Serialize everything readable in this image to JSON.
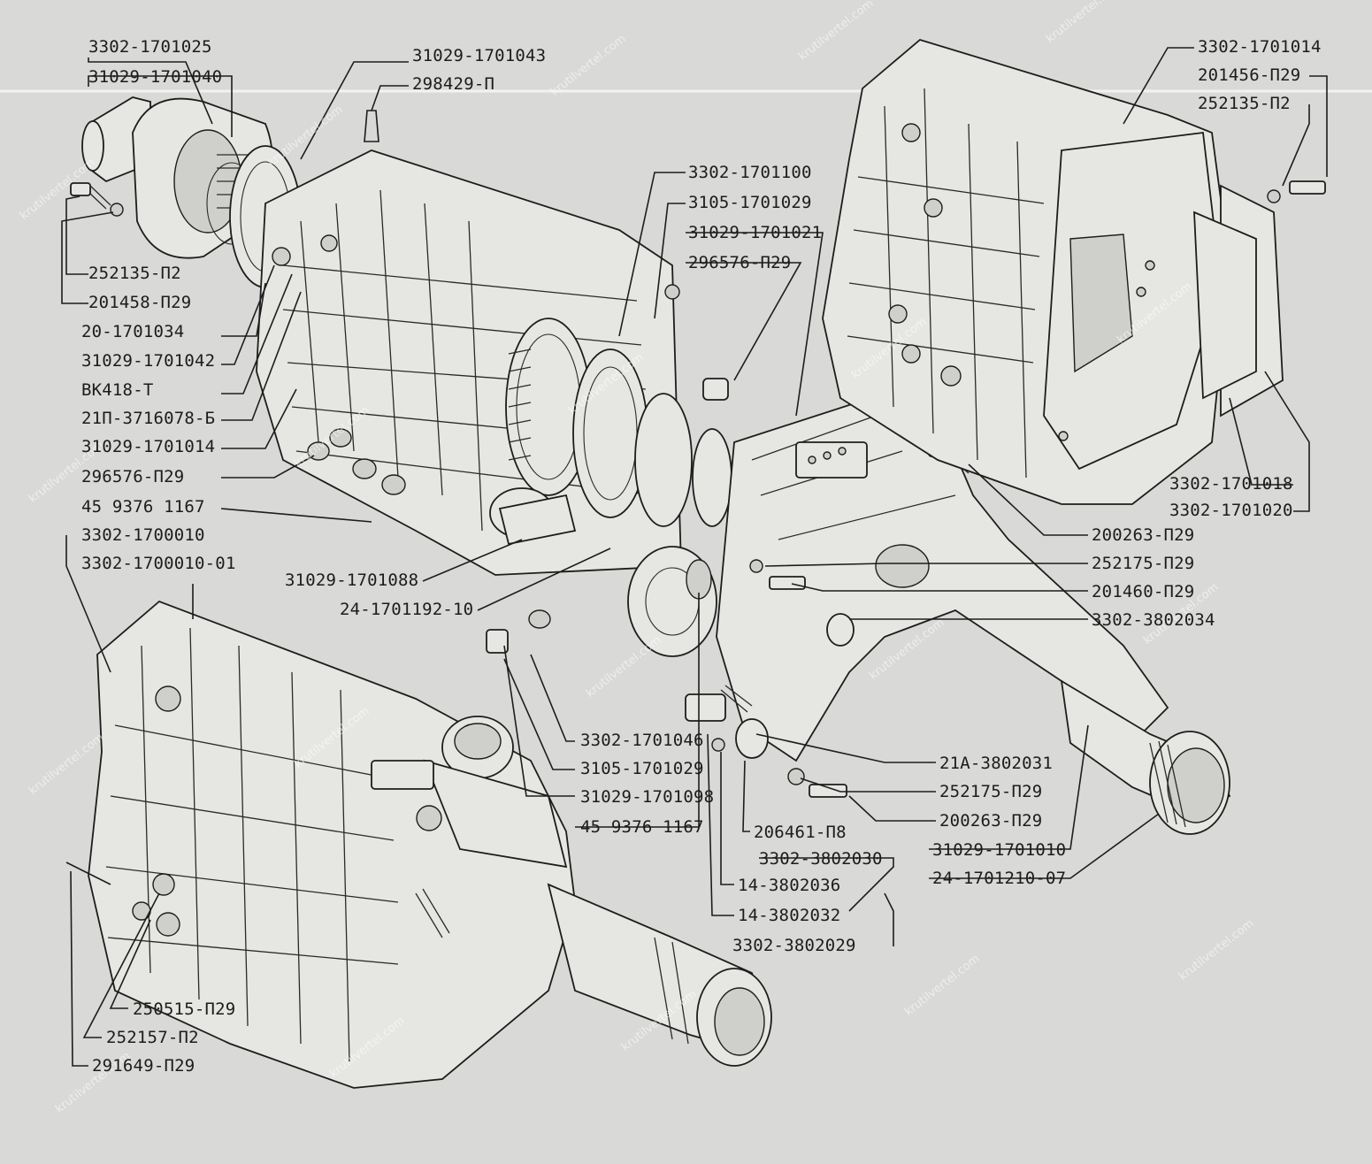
{
  "watermark": "krutilvertel.com",
  "labels": {
    "l01": "3302-1701025",
    "l02": "31029-1701040",
    "l03": "31029-1701043",
    "l04": "298429-П",
    "l05": "252135-П2",
    "l06": "201458-П29",
    "l07": "20-1701034",
    "l08": "31029-1701042",
    "l09": "ВК418-Т",
    "l10": "21П-3716078-Б",
    "l11": "31029-1701014",
    "l12": "296576-П29",
    "l13": "45 9376 1167",
    "l14": "3302-1700010",
    "l15": "3302-1700010-01",
    "l16": "3302-1701100",
    "l17": "3105-1701029",
    "l18": "31029-1701021",
    "l19": "296576-П29",
    "l20": "31029-1701088",
    "l21": "24-1701192-10",
    "l22": "3302-1701046",
    "l23": "3105-1701029",
    "l24": "31029-1701098",
    "l25": "45 9376 1167",
    "l26": "3302-1701014",
    "l27": "201456-П29",
    "l28": "252135-П2",
    "l29": "3302-1701018",
    "l30": "3302-1701020",
    "l31": "200263-П29",
    "l32": "252175-П29",
    "l33": "201460-П29",
    "l34": "3302-3802034",
    "l35": "21А-3802031",
    "l36": "252175-П29",
    "l37": "200263-П29",
    "l38": "206461-П8",
    "l39": "31029-1701010",
    "l40": "3302-3802030",
    "l41": "24-1701210-07",
    "l42": "14-3802036",
    "l43": "14-3802032",
    "l44": "3302-3802029",
    "l45": "250515-П29",
    "l46": "252157-П2",
    "l47": "291649-П29"
  }
}
